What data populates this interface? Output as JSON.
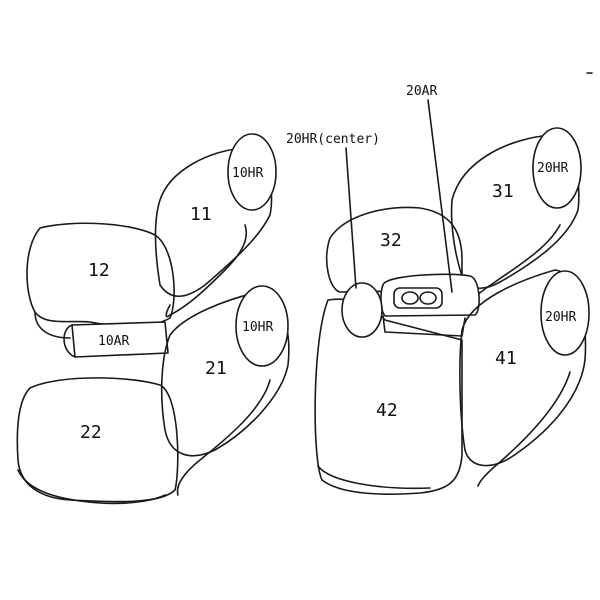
{
  "diagram": {
    "colors": {
      "stroke": "#1a1a1a",
      "background": "#ffffff"
    },
    "front_seats": {
      "seat_11": "11",
      "seat_12": "12",
      "seat_21": "21",
      "seat_22": "22",
      "headrest_upper": "10HR",
      "headrest_lower": "10HR",
      "armrest": "10AR"
    },
    "rear_seats": {
      "seat_31": "31",
      "seat_32": "32",
      "seat_41": "41",
      "seat_42": "42",
      "headrest_upper": "20HR",
      "headrest_lower": "20HR",
      "callout_headrest_center": "20HR(center)",
      "callout_armrest": "20AR"
    }
  }
}
